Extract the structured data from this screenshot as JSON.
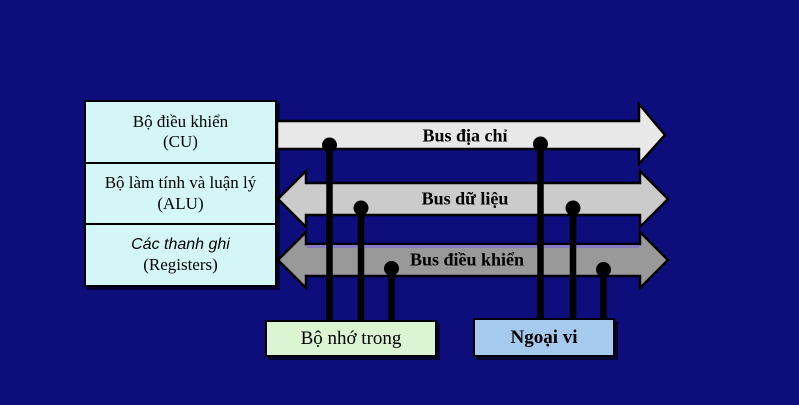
{
  "slide": {
    "background_color": "#0d0d7c",
    "description": "CPU-bus architecture diagram"
  },
  "cpu": {
    "fill": "#d5f6f6",
    "sections": [
      {
        "title": "Bộ điều khiển",
        "subtitle": "(CU)"
      },
      {
        "title": "Bộ làm tính và luận lý",
        "subtitle": "(ALU)"
      },
      {
        "title": "Các thanh ghi",
        "subtitle": "(Registers)"
      }
    ]
  },
  "buses": [
    {
      "label": "Bus địa chỉ",
      "direction": "right",
      "fill": "#e8e8e8"
    },
    {
      "label": "Bus dữ liệu",
      "direction": "both",
      "fill": "#cbcbcb"
    },
    {
      "label": "Bus điều khiển",
      "direction": "both",
      "fill": "#999999",
      "accent_line": "#8a7ac2"
    }
  ],
  "connector_color": "#000000",
  "nodes": [
    {
      "label": "Bộ nhớ trong",
      "fill": "#dbf5d3"
    },
    {
      "label": "Ngoại vi",
      "fill": "#a6c9ee"
    }
  ]
}
